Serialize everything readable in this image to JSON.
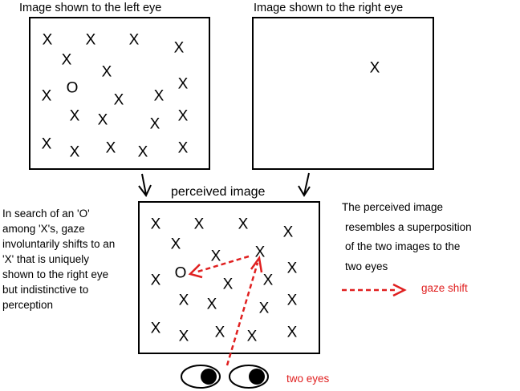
{
  "labels": {
    "left_title": "Image shown to the left eye",
    "right_title": "Image shown to the right eye",
    "perceived_title": "perceived image",
    "left_note": "In search of an 'O' among 'X's, gaze involuntarily shifts to an 'X' that is uniquely shown to the right eye but indistinctive to perception",
    "right_note_lines": [
      "The perceived image",
      "resembles a superposition",
      "of the two images to the",
      "two eyes"
    ],
    "gaze_shift": "gaze shift",
    "two_eyes": "two eyes"
  },
  "symbols": {
    "x": "X",
    "o": "O"
  },
  "colors": {
    "arrow_red": "#e02020",
    "stroke": "#000000"
  },
  "icons": [
    "down-arrow-icon",
    "eye-icon",
    "gaze-shift-arrow-icon"
  ]
}
